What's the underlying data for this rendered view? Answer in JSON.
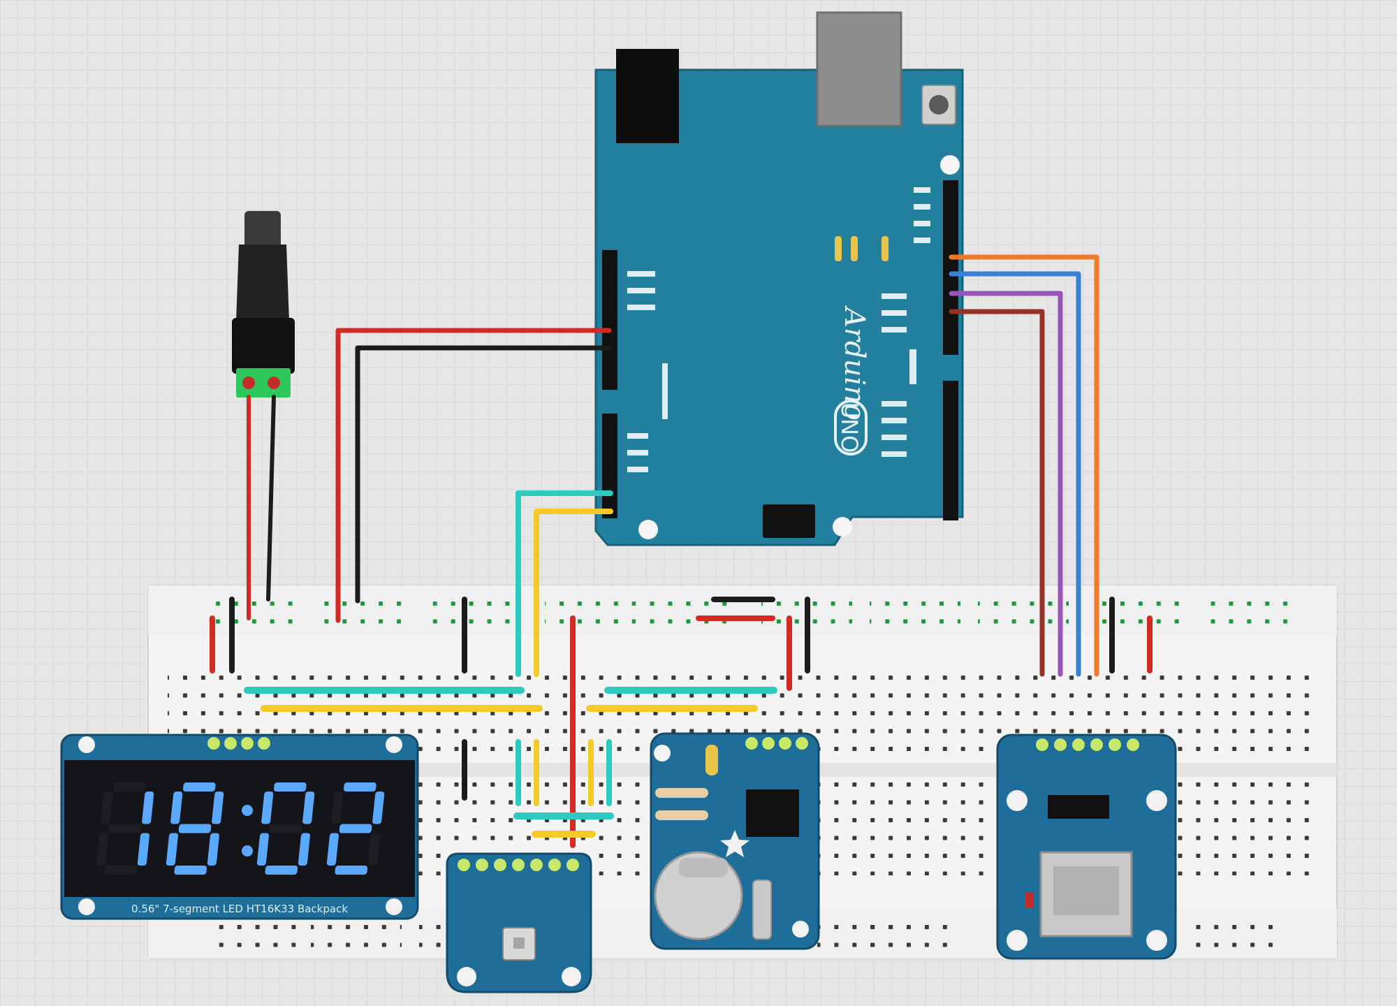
{
  "diagram": {
    "background": "#e6e6e6",
    "colors": {
      "wire_red": "#d42a24",
      "wire_black": "#1c1c1c",
      "wire_teal": "#2ec9c0",
      "wire_yellow": "#f4c928",
      "wire_orange": "#f07a2a",
      "wire_blue": "#3a80d8",
      "wire_purple": "#9a54b8",
      "wire_brown": "#963224",
      "pcb_blue": "#1f6e9a",
      "arduino_teal": "#237f9e",
      "display_digits": "#5aa8ff"
    },
    "arduino": {
      "brand": "Arduino",
      "model": "UNO",
      "icon": "arduino-uno-board"
    },
    "display": {
      "digits": "18:02",
      "caption": "0.56\" 7-segment LED HT16K33 Backpack",
      "icon": "seven-segment-display-icon"
    },
    "barrel_jack": {
      "icon": "dc-barrel-jack-icon"
    },
    "sensor_module": {
      "icon": "breakout-sensor-icon"
    },
    "rtc_module": {
      "icon": "rtc-module-icon"
    },
    "sd_module": {
      "icon": "microsd-module-icon"
    }
  }
}
